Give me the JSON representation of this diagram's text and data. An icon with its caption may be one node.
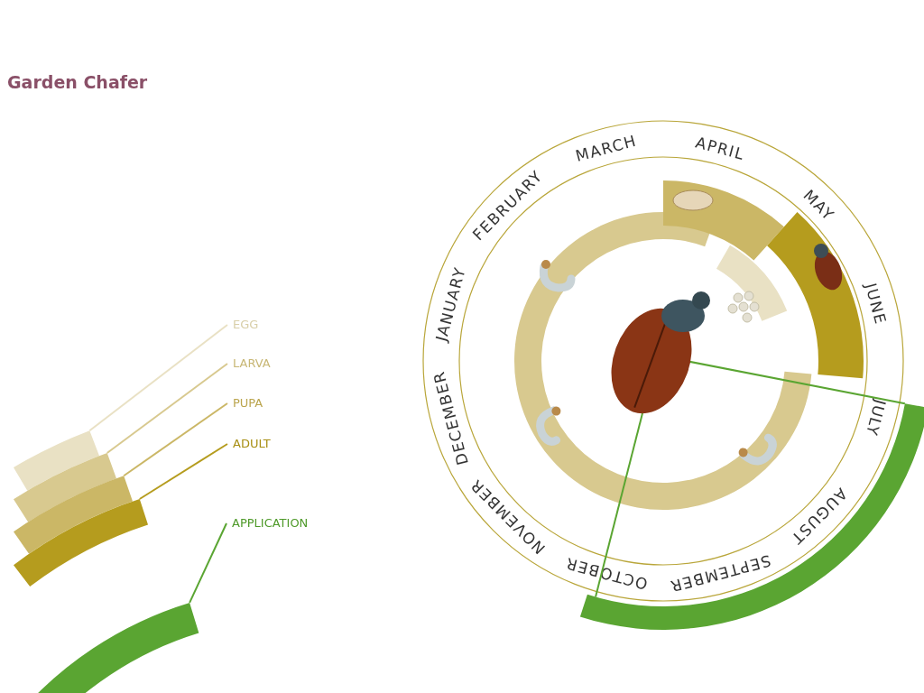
{
  "diagram": {
    "title": "Garden Chafer",
    "nodes": [
      {
        "text": [],
        "shape": "picture"
      },
      {
        "text": [],
        "shape": "bar"
      }
    ],
    "edges": [
      {
        "from": 0,
        "to": 1,
        "arrow": "none"
      },
      {
        "from": 0,
        "to": 1,
        "arrow": "none"
      }
    ],
    "labels": [
      "MARCH",
      "APRIL",
      "MAY",
      "JUNE",
      "JULY",
      "AUGUST",
      "SEPTEMBER",
      "OCTOBER",
      "NOVEMBER",
      "DECEMBER",
      "JANUARY",
      "FEBRUARY"
    ],
    "legend": [
      {
        "text": "EGG",
        "color": "#e9e1c4"
      },
      {
        "text": "LARVA",
        "color": "#d8c98f"
      },
      {
        "text": "PUPA",
        "color": "#cbb766"
      },
      {
        "text": "ADULT",
        "color": "#b59c1e"
      },
      {
        "text": "APPLICATION",
        "color": "#5aa532"
      }
    ]
  }
}
